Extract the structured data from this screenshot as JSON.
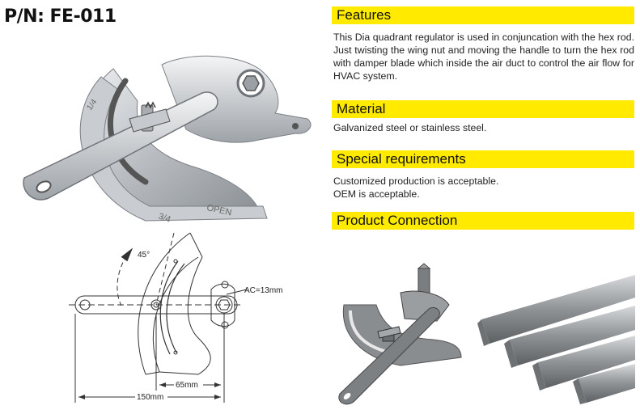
{
  "part_number": "P/N: FE-011",
  "features": {
    "heading": "Features",
    "text": "This Dia quadrant regulator is used in conjuncation with the hex rod.  Just twisting the wing nut and moving the handle to turn the hex rod with damper blade which inside the air duct to control the air flow for HVAC system."
  },
  "material": {
    "heading": "Material",
    "text": "Galvanized steel or stainless steel."
  },
  "special": {
    "heading": "Special requirements",
    "lines": [
      "Customized production is acceptable.",
      "OEM is acceptable."
    ]
  },
  "connection": {
    "heading": "Product Connection"
  },
  "photo": {
    "scale_labels": [
      "1/4",
      "3/4",
      "OPEN"
    ]
  },
  "drawing": {
    "angle_label": "45°",
    "ac_label": "AC=13mm",
    "dim_65": "65mm",
    "dim_150": "150mm"
  },
  "colors": {
    "highlight": "#ffea00",
    "steel": "#b9bdc2",
    "gray_metal": "#8a8d90"
  }
}
